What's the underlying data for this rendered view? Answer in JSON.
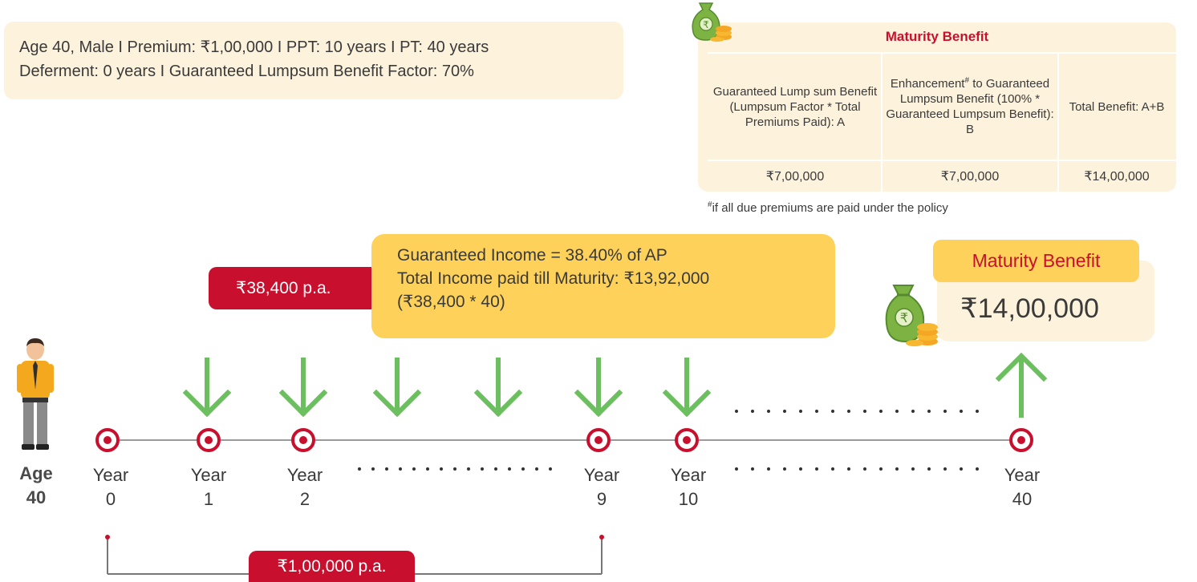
{
  "policy": {
    "line1": "Age 40, Male  I  Premium: ₹1,00,000  I  PPT: 10 years  I  PT: 40 years",
    "line2": "Deferment: 0 years  I  Guaranteed Lumpsum Benefit Factor: 70%"
  },
  "maturity_table": {
    "title": "Maturity Benefit",
    "col_a_header": "Guaranteed Lump sum Benefit (Lumpsum Factor * Total Premiums Paid): A",
    "col_b_header_pre": "Enhancement",
    "col_b_header_mark": "#",
    "col_b_header_post": " to Guaranteed Lumpsum Benefit (100% * Guaranteed Lumpsum Benefit): B",
    "col_c_header": "Total Benefit: A+B",
    "value_a": "₹7,00,000",
    "value_b": "₹7,00,000",
    "value_c": "₹14,00,000",
    "footnote_mark": "#",
    "footnote": "if all due premiums are paid under the policy"
  },
  "income": {
    "tag": "₹38,400 p.a.",
    "line1": "Guaranteed Income = 38.40% of AP",
    "line2": "Total Income paid till Maturity: ₹13,92,000",
    "line3": "(₹38,400 * 40)"
  },
  "maturity_callout": {
    "label": "Maturity Benefit",
    "amount": "₹14,00,000"
  },
  "timeline": {
    "age_word": "Age",
    "age_value": "40",
    "years": [
      {
        "word": "Year",
        "num": "0"
      },
      {
        "word": "Year",
        "num": "1"
      },
      {
        "word": "Year",
        "num": "2"
      },
      {
        "word": "Year",
        "num": "9"
      },
      {
        "word": "Year",
        "num": "10"
      },
      {
        "word": "Year",
        "num": "40"
      }
    ]
  },
  "premium": {
    "tag": "₹1,00,000 p.a."
  },
  "colors": {
    "accent_red": "#c8102e",
    "callout_yellow": "#fdd15a",
    "panel_cream": "#fdf2dc",
    "arrow_green": "#6cbf5e"
  },
  "icons": [
    "person-icon",
    "money-bag-icon",
    "down-arrow-icon",
    "up-arrow-icon",
    "timeline-marker-icon"
  ]
}
